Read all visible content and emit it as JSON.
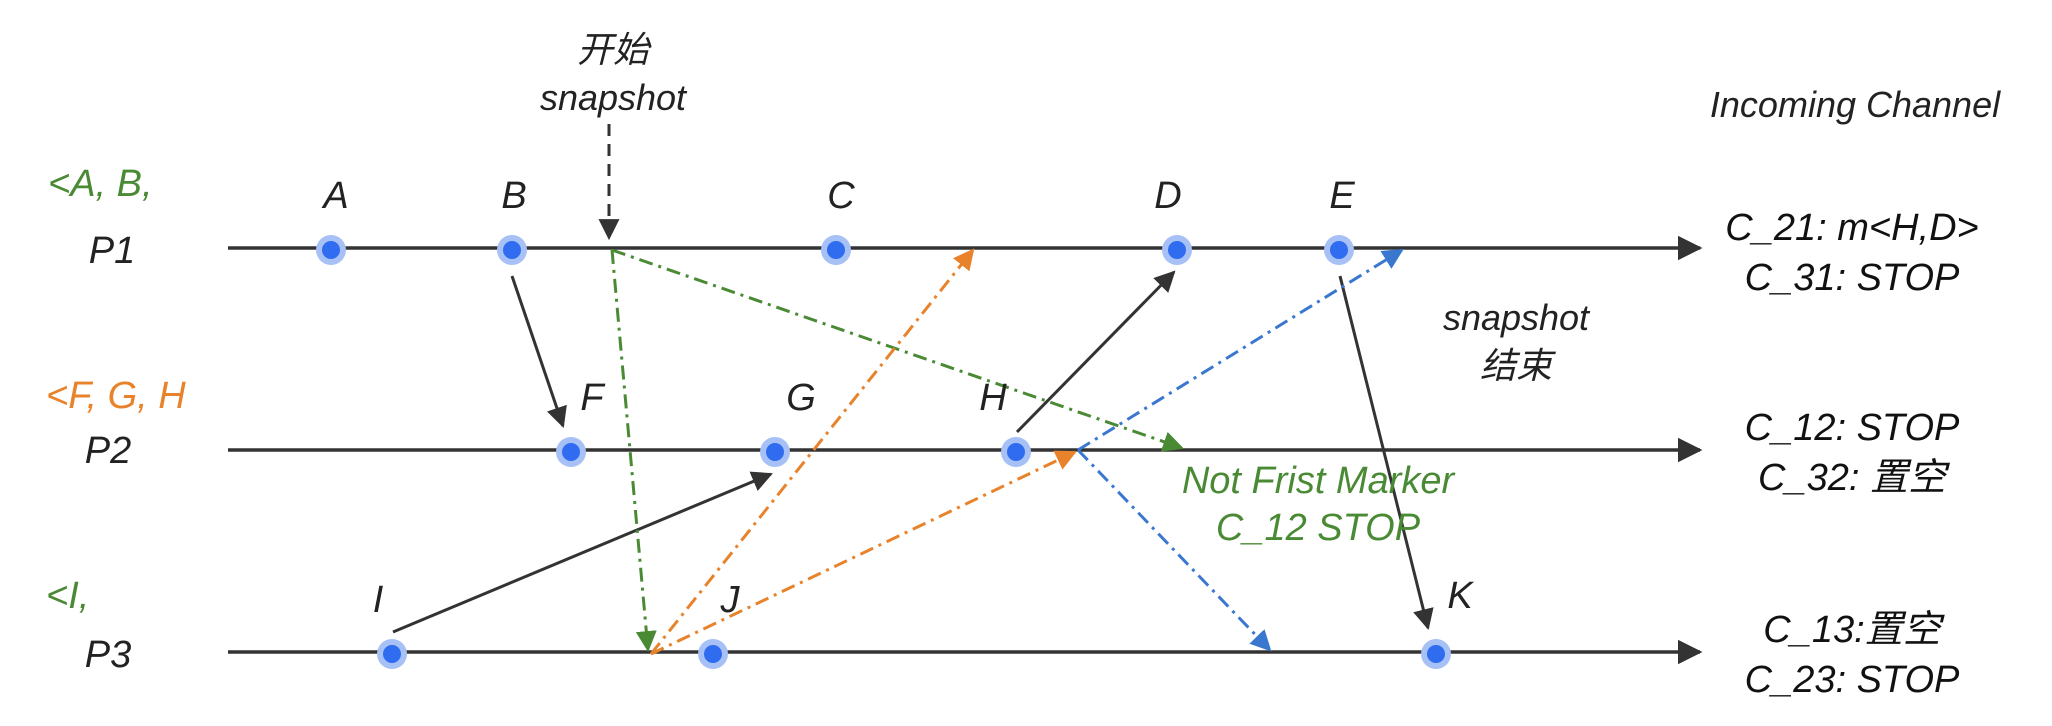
{
  "header": {
    "start_line1": "开始",
    "start_line2": "snapshot",
    "incoming": "Incoming Channel",
    "end_line1": "snapshot",
    "end_line2": "结束"
  },
  "processes": [
    {
      "name": "P1",
      "recorded": "<A, B,",
      "recorded_color": "#4a8a35",
      "channels": [
        "C_21: m<H,D>",
        "C_31: STOP"
      ]
    },
    {
      "name": "P2",
      "recorded": "<F, G, H",
      "recorded_color": "#e8822b",
      "channels": [
        "C_12: STOP",
        "C_32: 置空"
      ]
    },
    {
      "name": "P3",
      "recorded": "<I,",
      "recorded_color": "#4a8a35",
      "channels": [
        "C_13:置空",
        "C_23: STOP"
      ]
    }
  ],
  "events": [
    "A",
    "B",
    "C",
    "D",
    "E",
    "F",
    "G",
    "H",
    "I",
    "J",
    "K"
  ],
  "marker_note": {
    "line1": "Not Frist Marker",
    "line2": "C_12 STOP"
  },
  "colors": {
    "timeline": "#333333",
    "message": "#333333",
    "marker_p1": "#4a8a35",
    "marker_p3": "#e8822b",
    "marker_p2": "#3a78d0",
    "event_fill": "#2f6cf0",
    "event_ring": "#a7c1f7"
  }
}
